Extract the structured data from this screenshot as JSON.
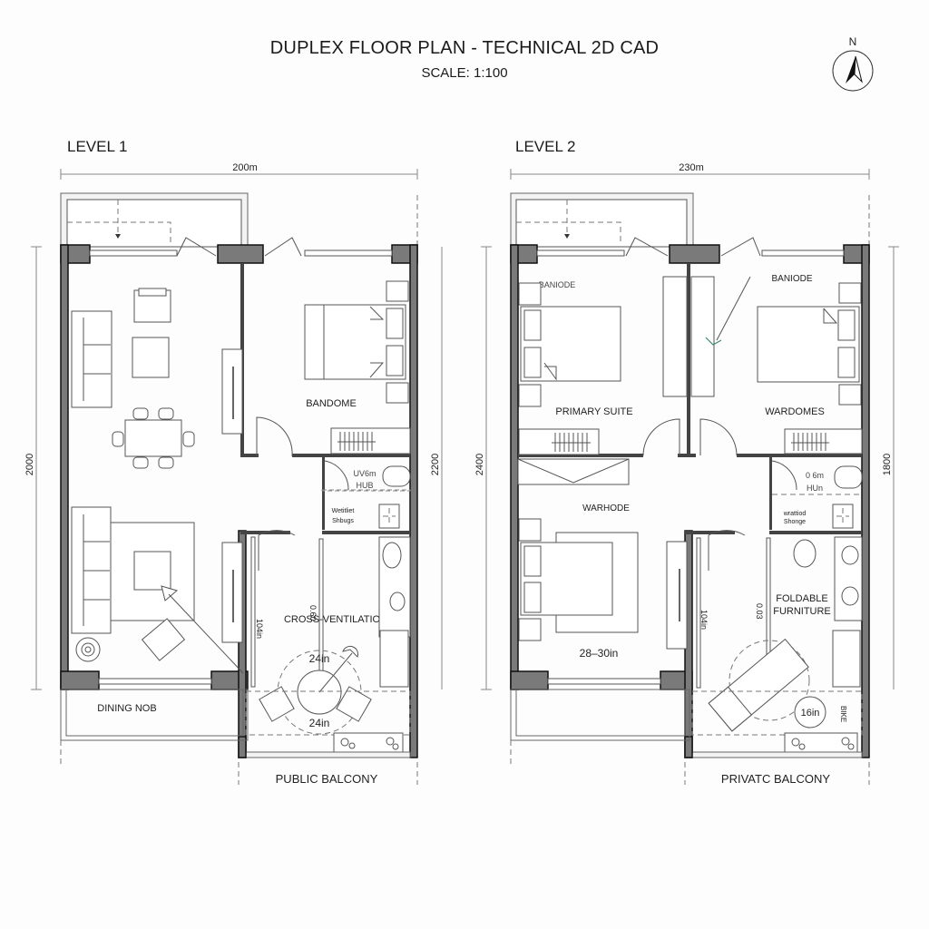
{
  "header": {
    "title": "DUPLEX FLOOR PLAN - TECHNICAL 2D CAD",
    "scale": "SCALE: 1:100",
    "north_label": "N"
  },
  "icons": {
    "north_arrow": "north-arrow-icon"
  },
  "level1": {
    "label": "LEVEL 1",
    "width_dim": "200m",
    "height_dim_left": "2000",
    "height_dim_right": "2200",
    "rooms": {
      "bedroom": "BANDOME",
      "hub_line1": "UV6m",
      "hub_line2": "HUB",
      "storage_line1": "Wetitliet",
      "storage_line2": "Shbugs",
      "cross_ventilation": "CROSS-VENTILATION",
      "table_dim_top": "24in",
      "table_dim_bottom": "24in",
      "wall_dim_a": "104in",
      "wall_dim_b": "0.60",
      "dining_nook": "DINING NOB",
      "balcony": "PUBLIC BALCONY"
    }
  },
  "level2": {
    "label": "LEVEL 2",
    "width_dim": "230m",
    "height_dim_left": "2400",
    "height_dim_right": "1800",
    "rooms": {
      "bedroom_a_top": "BANIODE",
      "bedroom_a": "PRIMARY SUITE",
      "bedroom_b_top": "BANIODE",
      "bedroom_b": "WARDOMES",
      "hub_line1": "0 6m",
      "hub_line2": "HUn",
      "storage_line1": "wrattiod",
      "storage_line2": "Shonge",
      "bedroom_c": "WARHODE",
      "bedroom_c_dim": "28–30in",
      "foldable_line1": "FOLDABLE",
      "foldable_line2": "FURNITURE",
      "circle_dim": "16in",
      "wall_dim_a": "104in",
      "wall_dim_b": "0.03",
      "side_dim": "BIKE",
      "balcony": "PRIVATC BALCONY"
    }
  }
}
